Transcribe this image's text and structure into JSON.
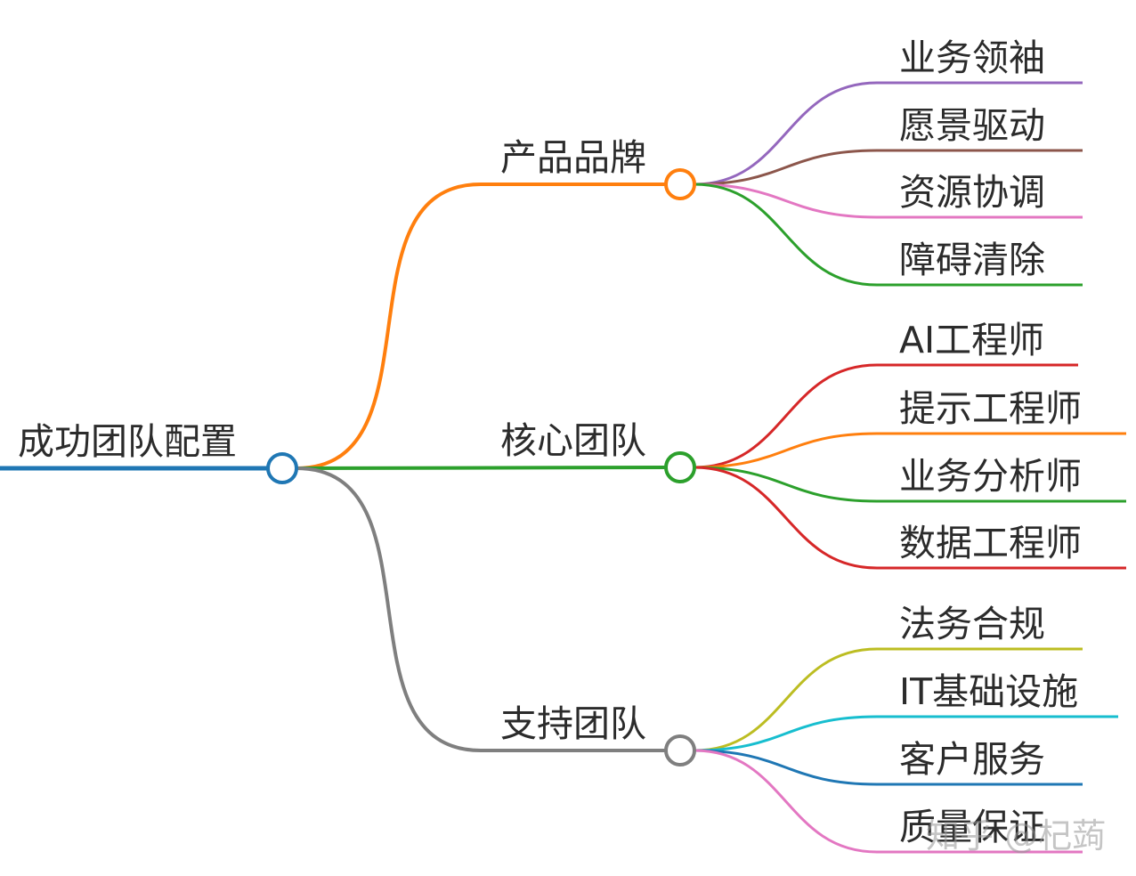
{
  "root": {
    "label": "成功团队配置",
    "color": "#1f77b4"
  },
  "branches": [
    {
      "label": "产品品牌",
      "color": "#ff7f0e",
      "children": [
        {
          "label": "业务领袖",
          "color": "#9467bd"
        },
        {
          "label": "愿景驱动",
          "color": "#8c564b"
        },
        {
          "label": "资源协调",
          "color": "#e377c2"
        },
        {
          "label": "障碍清除",
          "color": "#2ca02c"
        }
      ]
    },
    {
      "label": "核心团队",
      "color": "#2ca02c",
      "children": [
        {
          "label": "AI工程师",
          "color": "#d62728"
        },
        {
          "label": "提示工程师",
          "color": "#ff7f0e"
        },
        {
          "label": "业务分析师",
          "color": "#2ca02c"
        },
        {
          "label": "数据工程师",
          "color": "#d62728"
        }
      ]
    },
    {
      "label": "支持团队",
      "color": "#7f7f7f",
      "children": [
        {
          "label": "法务合规",
          "color": "#bcbd22"
        },
        {
          "label": "IT基础设施",
          "color": "#17becf"
        },
        {
          "label": "客户服务",
          "color": "#1f77b4"
        },
        {
          "label": "质量保证",
          "color": "#e377c2"
        }
      ]
    }
  ],
  "watermark": "知乎 @杞蒟"
}
